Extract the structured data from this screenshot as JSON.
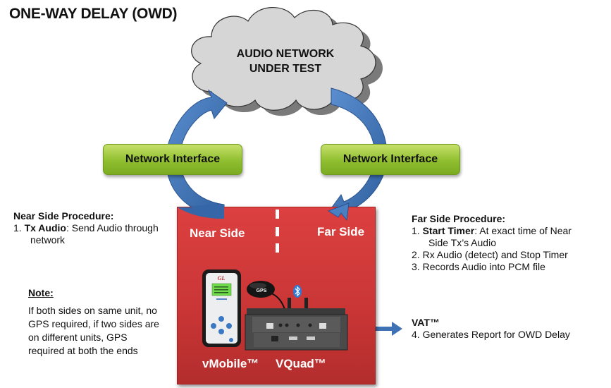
{
  "title": "ONE-WAY DELAY (OWD)",
  "cloud": {
    "line1": "AUDIO NETWORK",
    "line2": "UNDER TEST"
  },
  "network_interface": {
    "left_label": "Network Interface",
    "right_label": "Network Interface"
  },
  "test_unit": {
    "near_side_label": "Near Side",
    "far_side_label": "Far Side",
    "products": {
      "vmobile": "vMobile™",
      "vquad": "VQuad™"
    },
    "device_labels": {
      "gps": "GPS",
      "gl_logo": "GL"
    },
    "icons": {
      "bluetooth": "bluetooth-icon",
      "gps": "gps-antenna-icon"
    }
  },
  "near_side_procedure": {
    "heading": "Near Side Procedure:",
    "steps": [
      {
        "num": "1.",
        "bold": "Tx Audio",
        "text": ": Send Audio through",
        "cont": "network"
      }
    ]
  },
  "far_side_procedure": {
    "heading": "Far Side Procedure:",
    "steps": [
      {
        "num": "1.",
        "bold": "Start Timer",
        "text": ": At exact time of Near",
        "cont": "Side Tx’s Audio"
      },
      {
        "num": "2.",
        "text": "Rx Audio (detect) and Stop Timer"
      },
      {
        "num": "3.",
        "text": "Records Audio into PCM file"
      }
    ]
  },
  "note": {
    "heading": "Note:",
    "lines": [
      "If both sides on same unit, no",
      "GPS required, if two sides are",
      "on different units, GPS",
      "required at both the ends"
    ]
  },
  "vat": {
    "heading": "VAT™",
    "step": "4. Generates Report for OWD Delay"
  },
  "colors": {
    "red_box": "#d03b3b",
    "arrow_blue": "#3f72b5",
    "green_box": "#9cc93a",
    "cloud_gray": "#d4d4d4"
  }
}
